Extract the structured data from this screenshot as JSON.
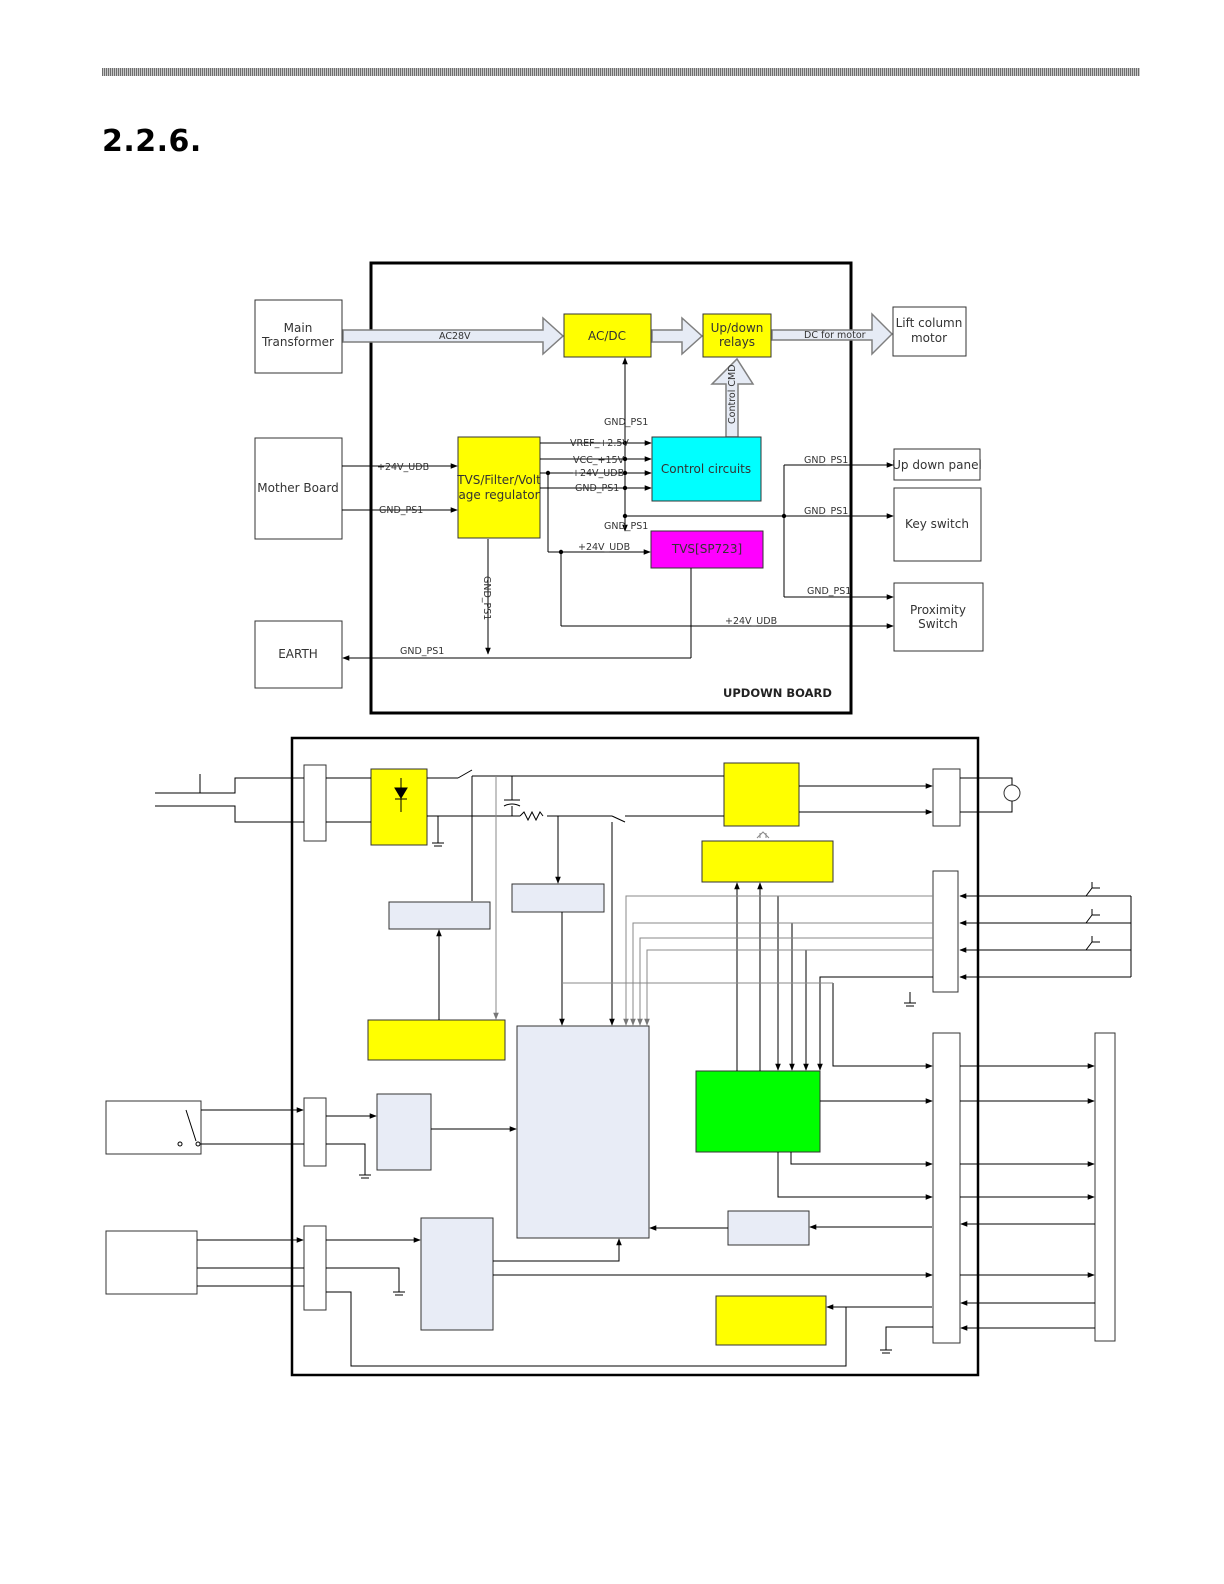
{
  "section": {
    "number": "2.2.6."
  },
  "block_diagram": {
    "boxes": {
      "main_transformer": [
        "Main",
        "Transformer"
      ],
      "mother_board": [
        "Mother Board"
      ],
      "earth": [
        "EARTH"
      ],
      "acdc": [
        "AC/DC"
      ],
      "relays": [
        "Up/down",
        "relays"
      ],
      "lift_motor": [
        "Lift column",
        "motor"
      ],
      "tvs_filter": [
        "TVS/Filter/Volt",
        "age regulator"
      ],
      "control": [
        "Control circuits"
      ],
      "tvs_sp723": [
        "TVS[SP723]"
      ],
      "updown_panel": [
        "Up down panel"
      ],
      "key_switch": [
        "Key switch"
      ],
      "proximity": [
        "Proximity",
        "Switch"
      ]
    },
    "signals": {
      "ac28v": "AC28V",
      "dc_motor": "DC for motor",
      "control_cmd": "Control CMD",
      "gnd_ps1": "GND_PS1",
      "v24_udb": "+24V_UDB",
      "vref": "VREF_+2.5V",
      "vcc15": "VCC_+15V"
    },
    "board_label": "UPDOWN BOARD"
  },
  "colors": {
    "yellow": "#ffff00",
    "cyan": "#00ffff",
    "magenta": "#ff00ff",
    "green": "#00ff00",
    "pale_block": "#e8ecf6",
    "arrow_fill": "#e6ebf5",
    "arrow_stroke": "#7f7f7f"
  }
}
